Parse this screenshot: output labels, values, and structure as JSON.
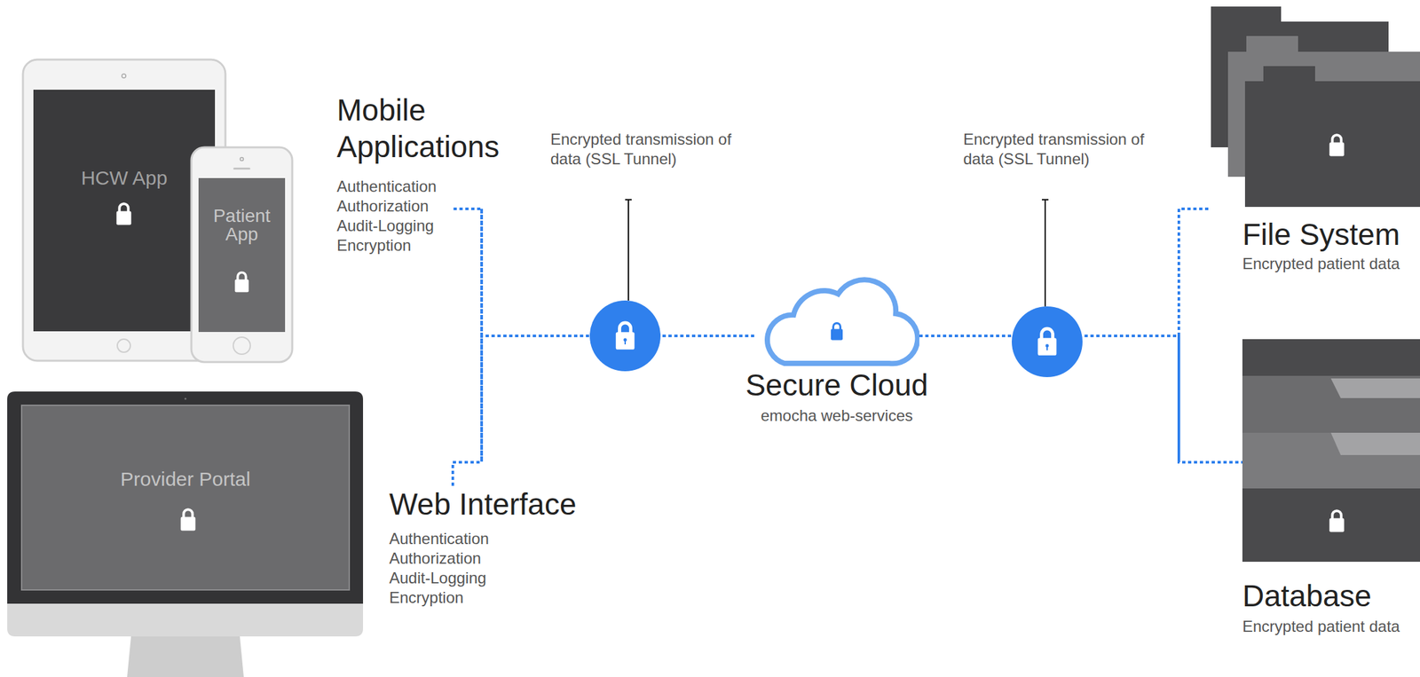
{
  "diagram": {
    "nodes": [
      {
        "text": [
          "HCW App"
        ]
      },
      {
        "text": [
          "Patient App"
        ]
      },
      {
        "text": [
          "Mobile Applications",
          "Authentication Authorization Audit-Logging Encryption"
        ]
      },
      {
        "text": [
          "Provider Portal"
        ]
      },
      {
        "text": [
          "Web Interface",
          "Authentication Authorization Audit-Logging Encryption"
        ]
      },
      {
        "text": [
          "Secure Cloud",
          "emocha web-services"
        ]
      },
      {
        "text": [
          "File System",
          "Encrypted patient data"
        ]
      },
      {
        "text": [
          "Database",
          "Encrypted patient data"
        ]
      }
    ],
    "edges": [
      {
        "from": 2,
        "to": 5,
        "arrow": "none"
      },
      {
        "from": 4,
        "to": 5,
        "arrow": "none"
      },
      {
        "from": 5,
        "to": 6,
        "arrow": "none"
      },
      {
        "from": 5,
        "to": 7,
        "arrow": "none"
      }
    ],
    "labels": [
      "Encrypted transmission of data (SSL Tunnel)",
      "Encrypted transmission of data (SSL Tunnel)"
    ]
  }
}
